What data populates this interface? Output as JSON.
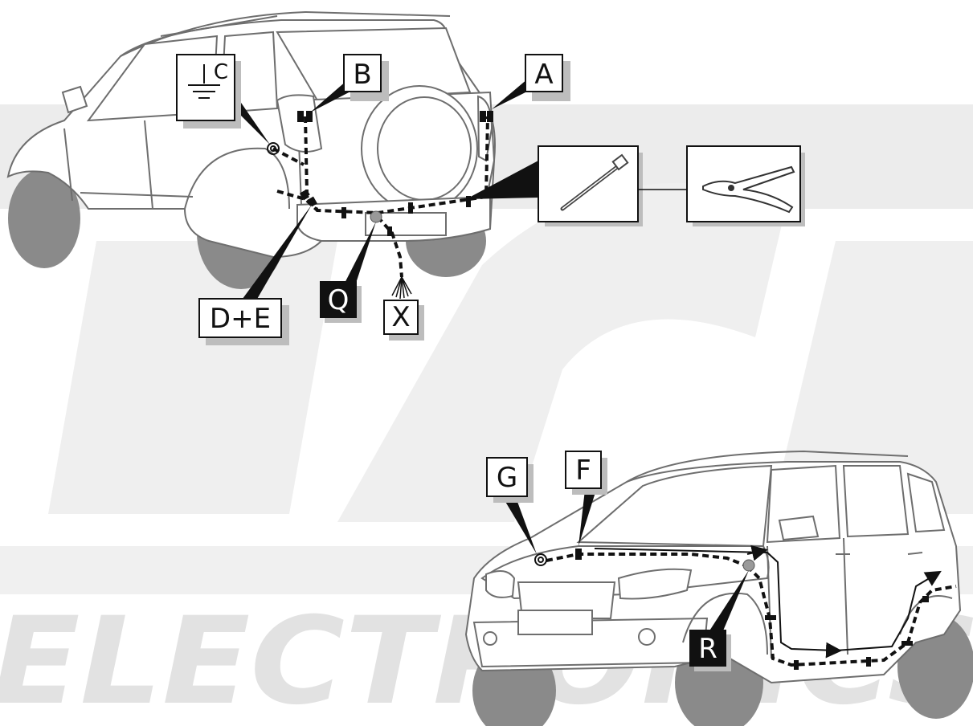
{
  "watermark": {
    "text": "ELECTRONICS",
    "color": "#e6e6e6"
  },
  "labels": {
    "a": "A",
    "b": "B",
    "c": "C",
    "de": "D+E",
    "q": "Q",
    "x": "X",
    "f": "F",
    "g": "G",
    "r": "R"
  },
  "tools": [
    "cable-tie",
    "side-cutter-pliers"
  ],
  "colors": {
    "line": "#6e6e6e",
    "car_body": "#ffffff",
    "tire": "#8a8a8a",
    "wire": "#111111",
    "label_shadow": "#bdbdbd",
    "label_dark": "#111111"
  }
}
